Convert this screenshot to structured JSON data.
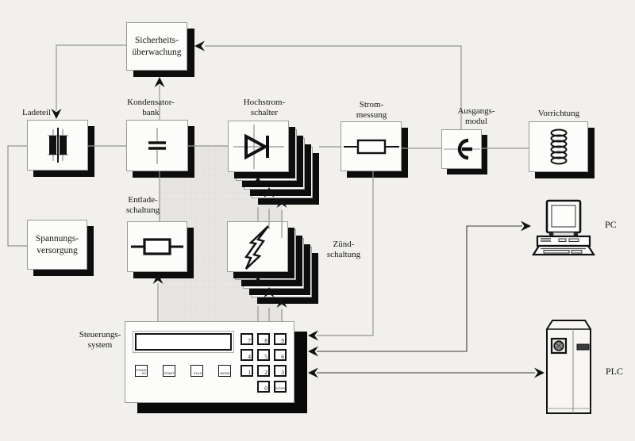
{
  "blocks": {
    "safety": {
      "line1": "Sicherheits-",
      "line2": "überwachung",
      "icon": "none"
    },
    "ladeteil": {
      "label": "Ladeteil",
      "icon": "transformer-icon"
    },
    "kondensatorbank": {
      "line1": "Kondensator-",
      "line2": "bank",
      "icon": "capacitor-icon"
    },
    "hochstromschalter": {
      "line1": "Hochstrom-",
      "line2": "schalter",
      "icon": "diode-icon"
    },
    "strommessung": {
      "line1": "Strom-",
      "line2": "messung",
      "icon": "resistor-icon"
    },
    "ausgangsmodul": {
      "line1": "Ausgangs-",
      "line2": "modul",
      "icon": "clamp-icon"
    },
    "vorrichtung": {
      "label": "Vorrichtung",
      "icon": "coil-icon"
    },
    "spannungsversorgung": {
      "line1": "Spannungs-",
      "line2": "versorgung",
      "icon": "none"
    },
    "entladeschaltung": {
      "line1": "Entlade-",
      "line2": "schaltung",
      "icon": "bold-resistor-icon"
    },
    "zuendschaltung": {
      "line1": "Zünd-",
      "line2": "schaltung",
      "icon": "lightning-icon"
    },
    "steuerungssystem": {
      "line1": "Steuerungs-",
      "line2": "system"
    }
  },
  "panel": {
    "buttons": [
      "STAND BY",
      "START",
      "PULS",
      "MODE"
    ],
    "keys": [
      "7",
      "8",
      "9",
      "4",
      "5",
      "6",
      "1",
      "2",
      "3",
      "0",
      "ENTER"
    ]
  },
  "devices": {
    "pc": "PC",
    "plc": "PLC"
  },
  "colors": {
    "paper": "#f1f0ed",
    "shade": "#e7e6e3",
    "box_shadow": "#0d0d0d",
    "line": "#949494",
    "ink": "#151515"
  }
}
